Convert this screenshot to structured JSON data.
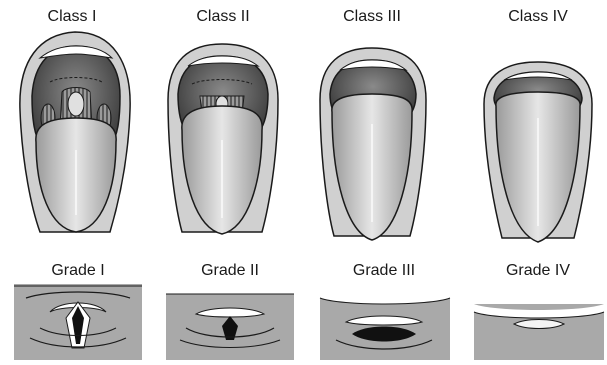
{
  "mallampati": {
    "classes": [
      {
        "label": "Class I"
      },
      {
        "label": "Class II"
      },
      {
        "label": "Class III"
      },
      {
        "label": "Class IV"
      }
    ]
  },
  "cormack_lehane": {
    "grades": [
      {
        "label": "Grade I"
      },
      {
        "label": "Grade II"
      },
      {
        "label": "Grade III"
      },
      {
        "label": "Grade IV"
      }
    ]
  },
  "colors": {
    "outline": "#1a1a1a",
    "skin": "#d9d9d9",
    "mouth_dark": "#4a4a4a",
    "tongue": "#c8c8c8",
    "teeth": "#ffffff",
    "larynx_bg": "#a9a9a9"
  }
}
